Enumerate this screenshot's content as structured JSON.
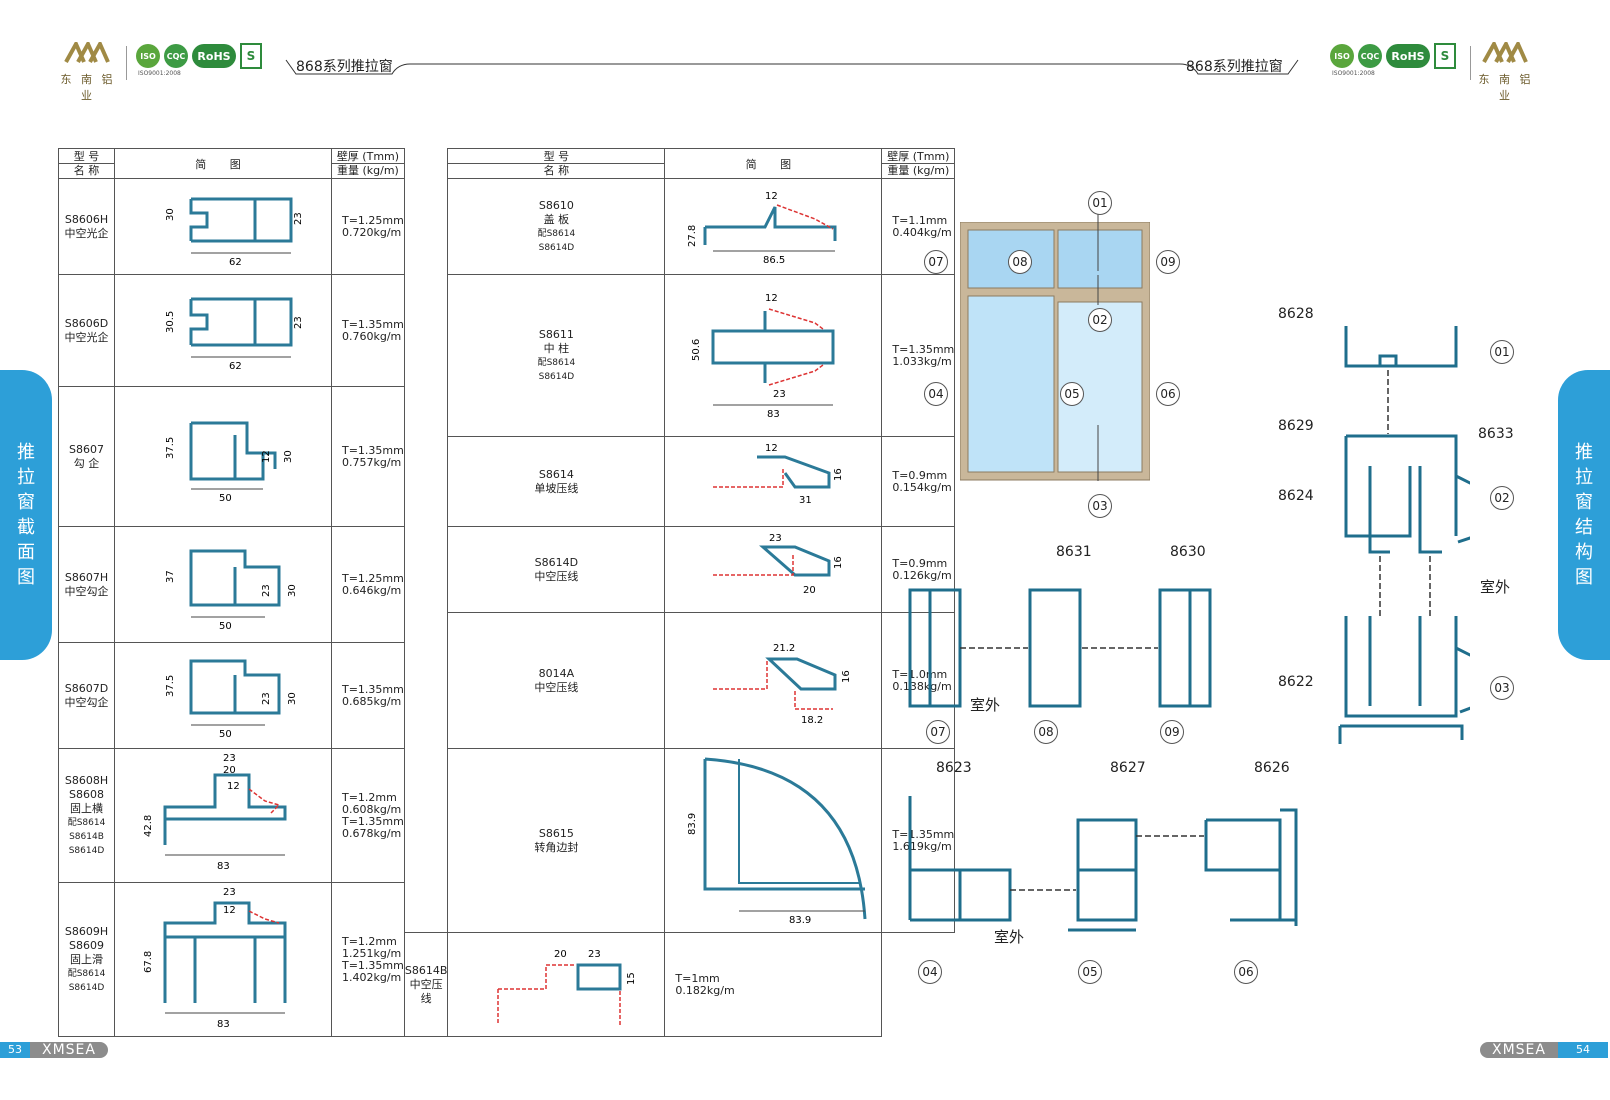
{
  "header": {
    "logo_text": "东 南 铝 业",
    "series_title": "868系列推拉窗",
    "cert_rohs": "RoHS",
    "cert_iso": "ISO9001:2008"
  },
  "side_tabs": {
    "left": [
      "推",
      "拉",
      "窗",
      "截",
      "面",
      "图"
    ],
    "right": [
      "推",
      "拉",
      "窗",
      "结",
      "构",
      "图"
    ]
  },
  "footer": {
    "left_page": "53",
    "right_page": "54",
    "brand": "XMSEA"
  },
  "table": {
    "header": {
      "model_label": "型 号",
      "name_label": "名 称",
      "diagram_label": "简 图",
      "thickness_label": "壁厚 (Tmm)",
      "weight_label": "重量 (kg/m)"
    },
    "left_rows": [
      {
        "model": "S8606H",
        "name": "中空光企",
        "spec": [
          "T=1.25mm",
          "0.720kg/m"
        ],
        "dims": [
          "30",
          "23",
          "62"
        ]
      },
      {
        "model": "S8606D",
        "name": "中空光企",
        "spec": [
          "T=1.35mm",
          "0.760kg/m"
        ],
        "dims": [
          "30.5",
          "23",
          "62"
        ]
      },
      {
        "model": "S8607",
        "name": "勾 企",
        "spec": [
          "T=1.35mm",
          "0.757kg/m"
        ],
        "dims": [
          "37.5",
          "12",
          "30",
          "50"
        ]
      },
      {
        "model": "S8607H",
        "name": "中空勾企",
        "spec": [
          "T=1.25mm",
          "0.646kg/m"
        ],
        "dims": [
          "37",
          "23",
          "30",
          "50"
        ]
      },
      {
        "model": "S8607D",
        "name": "中空勾企",
        "spec": [
          "T=1.35mm",
          "0.685kg/m"
        ],
        "dims": [
          "37.5",
          "23",
          "30",
          "50"
        ]
      },
      {
        "model": "S8608H",
        "name": "S8608",
        "extra": [
          "固上横",
          "配S8614",
          "S8614B",
          "S8614D"
        ],
        "spec": [
          "T=1.2mm",
          "0.608kg/m",
          "T=1.35mm",
          "0.678kg/m"
        ],
        "dims": [
          "23",
          "20",
          "12",
          "42.8",
          "83"
        ]
      },
      {
        "model": "S8609H",
        "name": "S8609",
        "extra": [
          "固上滑",
          "配S8614",
          "S8614D"
        ],
        "spec": [
          "T=1.2mm",
          "1.251kg/m",
          "T=1.35mm",
          "1.402kg/m"
        ],
        "dims": [
          "23",
          "12",
          "67.8",
          "83"
        ]
      }
    ],
    "right_rows": [
      {
        "model": "S8610",
        "name": "盖 板",
        "extra": [
          "配S8614",
          "S8614D"
        ],
        "spec": [
          "T=1.1mm",
          "0.404kg/m"
        ],
        "dims": [
          "12",
          "27.8",
          "86.5"
        ]
      },
      {
        "model": "S8611",
        "name": "中 柱",
        "extra": [
          "配S8614",
          "S8614D"
        ],
        "spec": [
          "T=1.35mm",
          "1.033kg/m"
        ],
        "dims": [
          "12",
          "50.6",
          "23",
          "83"
        ]
      },
      {
        "model": "S8614",
        "name": "单坡压线",
        "spec": [
          "T=0.9mm",
          "0.154kg/m"
        ],
        "dims": [
          "12",
          "16",
          "31"
        ]
      },
      {
        "model": "S8614D",
        "name": "中空压线",
        "spec": [
          "T=0.9mm",
          "0.126kg/m"
        ],
        "dims": [
          "23",
          "16",
          "20"
        ]
      },
      {
        "model": "8014A",
        "name": "中空压线",
        "spec": [
          "T=1.0mm",
          "0.138kg/m"
        ],
        "dims": [
          "21.2",
          "16",
          "18.2"
        ]
      },
      {
        "model": "S8615",
        "name": "转角边封",
        "spec": [
          "T=1.35mm",
          "1.619kg/m"
        ],
        "dims": [
          "83.9",
          "83.9"
        ]
      },
      {
        "model": "S8614B",
        "name": "中空压线",
        "spec": [
          "T=1mm",
          "0.182kg/m"
        ],
        "dims": [
          "20",
          "23",
          "15"
        ]
      }
    ]
  },
  "structure": {
    "callouts": [
      "01",
      "02",
      "03",
      "04",
      "05",
      "06",
      "07",
      "08",
      "09"
    ],
    "profile_labels": [
      "8628",
      "8629",
      "8633",
      "8624",
      "8622",
      "8631",
      "8630",
      "8623",
      "8627",
      "8626"
    ],
    "outside_label": "室外"
  }
}
